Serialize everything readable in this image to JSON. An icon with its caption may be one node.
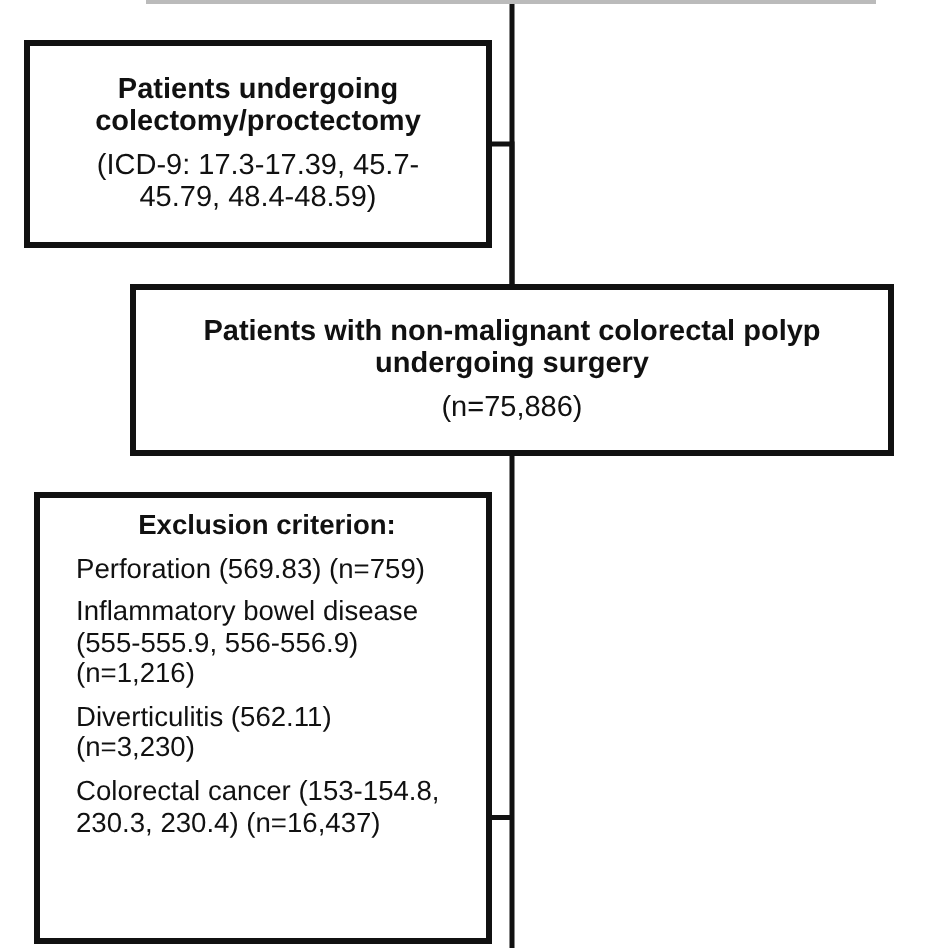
{
  "diagram": {
    "nodes": [
      {
        "text": [],
        "shape": "box"
      },
      {
        "text": [
          "Patients undergoing colectomy/proctectomy",
          "(ICD-9: 17.3-17.39, 45.7-45.79, 48.4-48.59)"
        ]
      },
      {
        "text": [
          "Patients with non-malignant colorectal polyp undergoing surgery",
          "(n=75,886)"
        ]
      },
      {
        "text": [
          "Exclusion criterion:",
          "Perforation (569.83) (n=759)",
          "Inflammatory bowel disease (555-555.9, 556-556.9) (n=1,216)",
          "Diverticulitis (562.11) (n=3,230)",
          "Colorectal cancer (153-154.8, 230.3, 230.4) (n=16,437)"
        ]
      }
    ],
    "edges": [
      {
        "from": 0,
        "to": 2,
        "arrow": "none"
      },
      {
        "from": 1,
        "to": 2,
        "arrow": "none"
      },
      {
        "from": 2,
        "to": 3,
        "arrow": "none"
      }
    ]
  }
}
